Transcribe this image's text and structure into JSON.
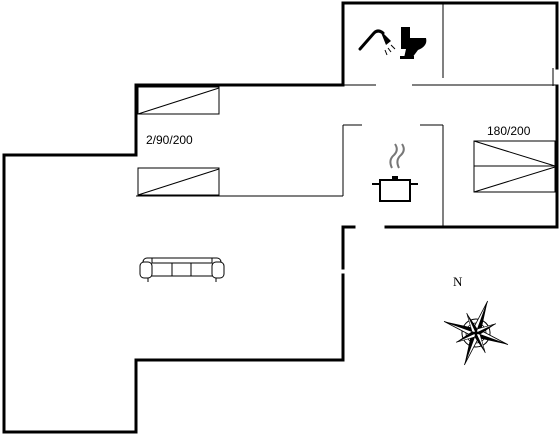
{
  "floorplan": {
    "rooms": {
      "bedroom_bunks": {
        "label": "2/90/200",
        "beds": [
          "bunk-bed",
          "bunk-bed"
        ]
      },
      "bedroom_double": {
        "label": "180/200",
        "beds": [
          "double-bed"
        ]
      },
      "bathroom": {
        "fixtures": [
          "shower-icon",
          "toilet-icon"
        ]
      },
      "kitchen": {
        "fixtures": [
          "cooking-pot-icon"
        ]
      },
      "living_room": {
        "fixtures": [
          "sofa-icon"
        ]
      }
    },
    "compass": {
      "label": "N",
      "icon": "compass-rose-icon"
    },
    "colors": {
      "line": "#000000",
      "background": "#ffffff"
    }
  }
}
